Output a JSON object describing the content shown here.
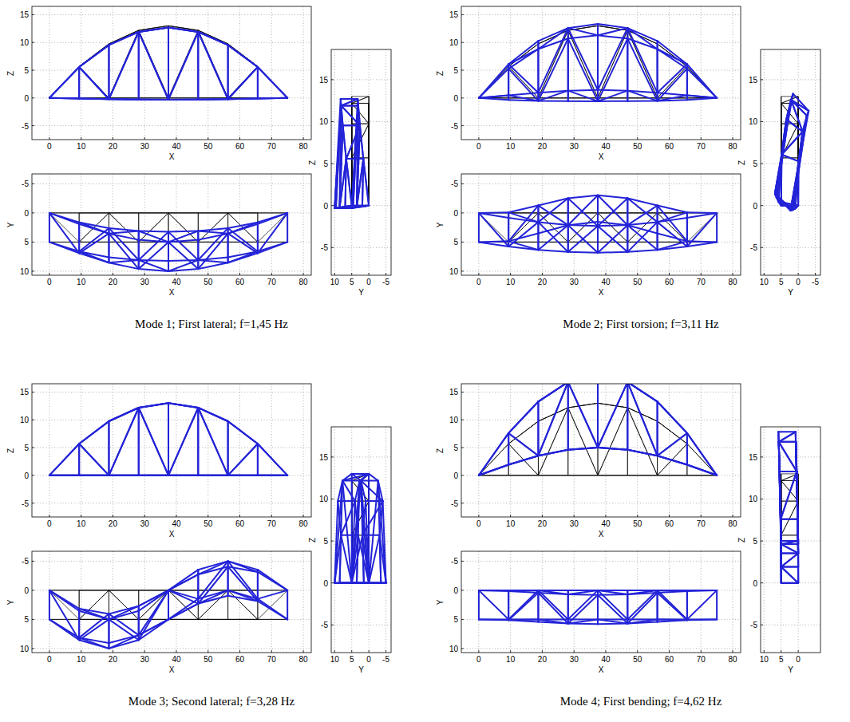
{
  "diagram": {
    "labels": [
      "15",
      "10",
      "5",
      "0",
      "-5",
      "0",
      "10",
      "20",
      "30",
      "40",
      "50",
      "60",
      "70",
      "80",
      "Z",
      "X",
      "-5",
      "0",
      "5",
      "10",
      "0",
      "10",
      "20",
      "30",
      "40",
      "50",
      "60",
      "70",
      "80",
      "Y",
      "X",
      "15",
      "10",
      "5",
      "0",
      "-5",
      "10",
      "5",
      "0",
      "-5",
      "Z",
      "Y",
      "Mode 1; First lateral; f=1,45 Hz",
      "15",
      "10",
      "5",
      "0",
      "-5",
      "0",
      "10",
      "20",
      "30",
      "40",
      "50",
      "60",
      "70",
      "80",
      "Z",
      "X",
      "-5",
      "0",
      "5",
      "10",
      "0",
      "10",
      "20",
      "30",
      "40",
      "50",
      "60",
      "70",
      "80",
      "Y",
      "X",
      "15",
      "10",
      "5",
      "0",
      "-5",
      "10",
      "5",
      "0",
      "-5",
      "Z",
      "Y",
      "Mode 2; First torsion; f=3,11 Hz",
      "15",
      "10",
      "5",
      "0",
      "-5",
      "0",
      "10",
      "20",
      "30",
      "40",
      "50",
      "60",
      "70",
      "80",
      "Z",
      "X",
      "-5",
      "0",
      "5",
      "10",
      "0",
      "10",
      "20",
      "30",
      "40",
      "50",
      "60",
      "70",
      "80",
      "Y",
      "X",
      "15",
      "10",
      "5",
      "0",
      "-5",
      "10",
      "5",
      "0",
      "-5",
      "Z",
      "Y",
      "Mode 3; Second lateral; f=3,28 Hz",
      "15",
      "10",
      "5",
      "0",
      "-5",
      "0",
      "10",
      "20",
      "30",
      "40",
      "50",
      "60",
      "70",
      "80",
      "Z",
      "X",
      "-5",
      "0",
      "5",
      "10",
      "0",
      "10",
      "20",
      "30",
      "40",
      "50",
      "60",
      "70",
      "80",
      "Y",
      "X",
      "15",
      "10",
      "5",
      "0",
      "-5",
      "10",
      "5",
      "0",
      "Z",
      "Y",
      "Mode 4; First bending; f=4,62 Hz"
    ]
  }
}
